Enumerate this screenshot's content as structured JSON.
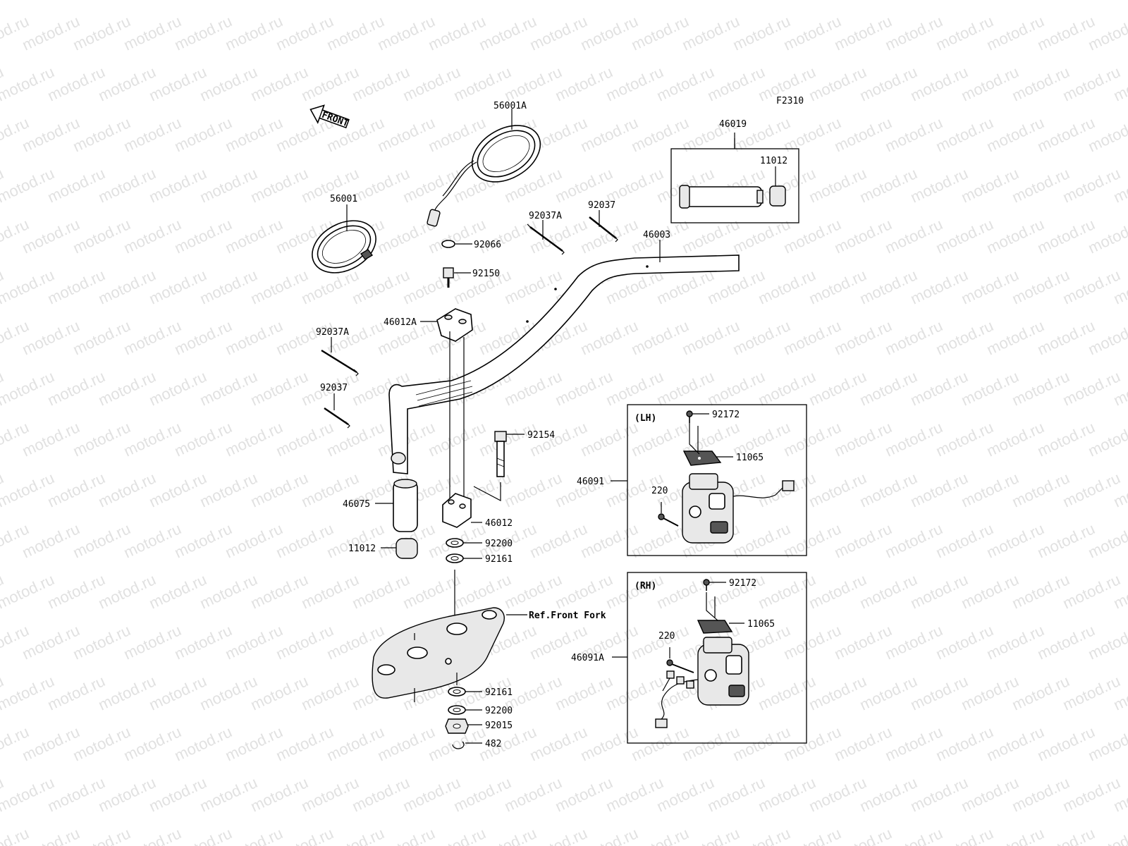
{
  "watermark": {
    "text": "motod.ru",
    "color": "#c9c9c9"
  },
  "figure_code": "F2310",
  "front_arrow": "FRONT",
  "boxes": {
    "lh_title": "(LH)",
    "rh_title": "(RH)"
  },
  "labels": [
    {
      "id": "56001A",
      "text": "56001A"
    },
    {
      "id": "46019",
      "text": "46019"
    },
    {
      "id": "11012-kit",
      "text": "11012"
    },
    {
      "id": "56001",
      "text": "56001"
    },
    {
      "id": "92037A-top",
      "text": "92037A"
    },
    {
      "id": "92037-top",
      "text": "92037"
    },
    {
      "id": "46003",
      "text": "46003"
    },
    {
      "id": "92066",
      "text": "92066"
    },
    {
      "id": "92150",
      "text": "92150"
    },
    {
      "id": "46012A",
      "text": "46012A"
    },
    {
      "id": "92037A-left",
      "text": "92037A"
    },
    {
      "id": "92037-left",
      "text": "92037"
    },
    {
      "id": "92154",
      "text": "92154"
    },
    {
      "id": "46075",
      "text": "46075"
    },
    {
      "id": "46012",
      "text": "46012"
    },
    {
      "id": "11012-grip",
      "text": "11012"
    },
    {
      "id": "92200-upper",
      "text": "92200"
    },
    {
      "id": "92161-upper",
      "text": "92161"
    },
    {
      "id": "ref-front-fork",
      "text": "Ref.Front Fork"
    },
    {
      "id": "92161-lower",
      "text": "92161"
    },
    {
      "id": "92200-lower",
      "text": "92200"
    },
    {
      "id": "92015",
      "text": "92015"
    },
    {
      "id": "482",
      "text": "482"
    },
    {
      "id": "92172-lh",
      "text": "92172"
    },
    {
      "id": "11065-lh",
      "text": "11065"
    },
    {
      "id": "46091",
      "text": "46091"
    },
    {
      "id": "220-lh",
      "text": "220"
    },
    {
      "id": "92172-rh",
      "text": "92172"
    },
    {
      "id": "11065-rh",
      "text": "11065"
    },
    {
      "id": "46091A",
      "text": "46091A"
    },
    {
      "id": "220-rh",
      "text": "220"
    }
  ]
}
